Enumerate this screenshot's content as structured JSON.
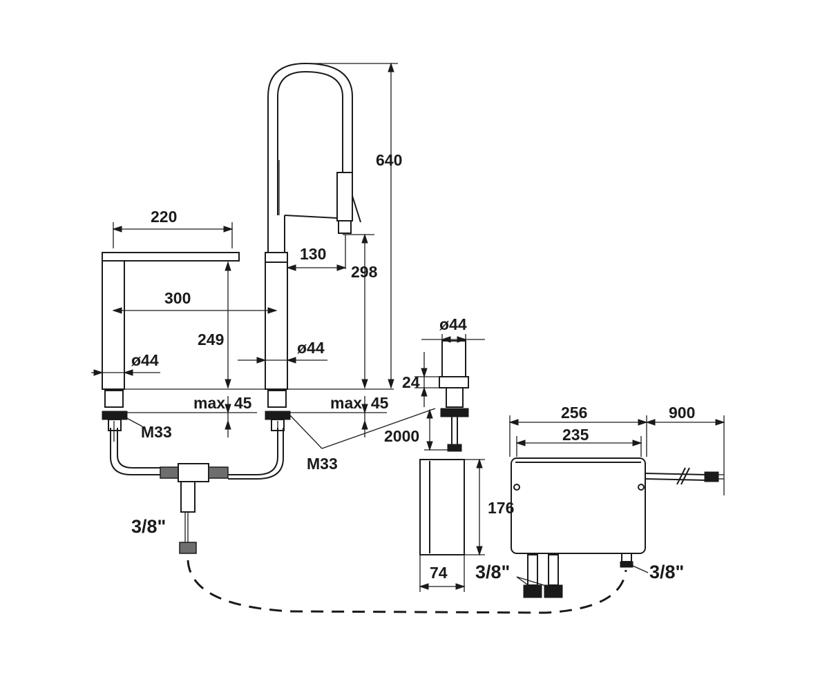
{
  "dimensions": {
    "d220": "220",
    "d300": "300",
    "d249": "249",
    "d130": "130",
    "d298": "298",
    "d640": "640",
    "dia_left": "ø44",
    "dia_center": "ø44",
    "dia_button": "ø44",
    "max45_left": "max. 45",
    "max45_right": "max. 45",
    "m33_left": "M33",
    "m33_right": "M33",
    "d24": "24",
    "d2000": "2000",
    "d176": "176",
    "d74": "74",
    "d256": "256",
    "d235": "235",
    "d900": "900",
    "thread_left": "3/8\"",
    "thread_box_left": "3/8\"",
    "thread_box_right": "3/8\""
  }
}
